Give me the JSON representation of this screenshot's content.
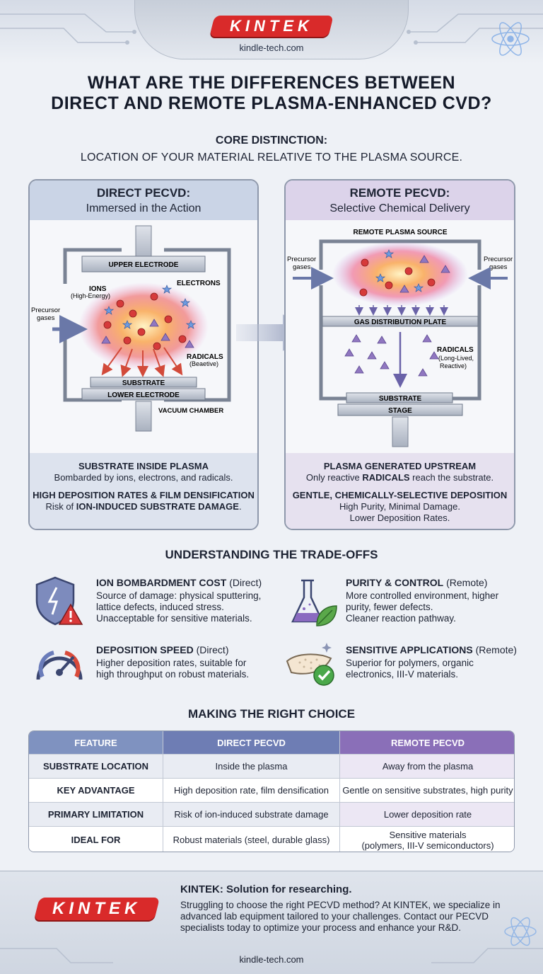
{
  "brand": {
    "logo_text": "KINTEK",
    "url": "kindle-tech.com"
  },
  "title_line1": "WHAT ARE THE DIFFERENCES BETWEEN",
  "title_line2": "DIRECT AND REMOTE PLASMA-ENHANCED CVD?",
  "core": {
    "heading": "CORE DISTINCTION:",
    "subtitle": "LOCATION OF YOUR MATERIAL RELATIVE TO THE PLASMA SOURCE."
  },
  "colors": {
    "direct": "#5c6fa3",
    "remote": "#7a5da8",
    "plasma": "#f6a05a",
    "accent_red": "#d92a2a"
  },
  "direct": {
    "title": "DIRECT PECVD:",
    "subtitle": "Immersed in the Action",
    "diagram": {
      "upper_electrode": "UPPER ELECTRODE",
      "ions": "IONS",
      "ions_note": "(High-Energy)",
      "electrons": "ELECTRONS",
      "precursor_1": "Precursor",
      "precursor_2": "gases",
      "radicals": "RADICALS",
      "radicals_note": "(Beaetive)",
      "substrate": "SUBSTRATE",
      "lower_electrode": "LOWER ELECTRODE",
      "chamber": "VACUUM CHAMBER"
    },
    "f1_title": "SUBSTRATE INSIDE PLASMA",
    "f1_text": "Bombarded by ions, electrons, and radicals.",
    "f2_title": "HIGH DEPOSITION RATES & FILM DENSIFICATION",
    "f2_text_a": "Risk of ",
    "f2_text_b": "ION-INDUCED SUBSTRATE DAMAGE",
    "f2_text_c": "."
  },
  "remote": {
    "title": "REMOTE PECVD:",
    "subtitle": "Selective Chemical Delivery",
    "diagram": {
      "source": "REMOTE PLASMA SOURCE",
      "precursor_1": "Precursor",
      "precursor_2": "gases",
      "plate": "GAS DISTRIBUTION PLATE",
      "radicals": "RADICALS",
      "radicals_note1": "(Long-Lived,",
      "radicals_note2": "Reactive)",
      "substrate": "SUBSTRATE",
      "stage": "STAGE"
    },
    "f1_title": "PLASMA GENERATED UPSTREAM",
    "f1_text_a": "Only reactive ",
    "f1_text_b": "RADICALS",
    "f1_text_c": " reach the substrate.",
    "f2_title": "GENTLE, CHEMICALLY-SELECTIVE DEPOSITION",
    "f2_text1": "High Purity, Minimal Damage.",
    "f2_text2": "Lower Deposition Rates."
  },
  "tradeoffs": {
    "heading": "UNDERSTANDING THE TRADE-OFFS",
    "items": [
      {
        "title": "ION BOMBARDMENT COST",
        "tag": " (Direct)",
        "lines": [
          "Source of damage: physical sputtering,",
          "lattice defects, induced stress.",
          "Unacceptable for sensitive materials."
        ],
        "icon": "shield-warning-icon"
      },
      {
        "title": "PURITY & CONTROL",
        "tag": " (Remote)",
        "lines": [
          "More controlled environment, higher",
          "purity, fewer defects.",
          "Cleaner reaction pathway."
        ],
        "icon": "flask-leaf-icon"
      },
      {
        "title": "DEPOSITION SPEED",
        "tag": " (Direct)",
        "lines": [
          "Higher deposition rates, suitable for",
          "high throughput on robust materials."
        ],
        "icon": "speedometer-icon"
      },
      {
        "title": "SENSITIVE APPLICATIONS",
        "tag": " (Remote)",
        "lines": [
          "Superior for polymers, organic",
          "electronics, III-V materials."
        ],
        "icon": "material-check-icon"
      }
    ]
  },
  "choice": {
    "heading": "MAKING THE RIGHT CHOICE",
    "headers": [
      "FEATURE",
      "DIRECT PECVD",
      "REMOTE PECVD"
    ],
    "rows": [
      {
        "feature": "SUBSTRATE LOCATION",
        "direct": "Inside the plasma",
        "remote": "Away from the plasma"
      },
      {
        "feature": "KEY ADVANTAGE",
        "direct": "High deposition rate, film densification",
        "remote": "Gentle on sensitive substrates, high purity"
      },
      {
        "feature": "PRIMARY LIMITATION",
        "direct": "Risk of ion-induced substrate damage",
        "remote": "Lower deposition rate"
      },
      {
        "feature": "IDEAL FOR",
        "direct": "Robust materials (steel, durable glass)",
        "remote": "Sensitive materials (polymers, III-V semiconductors)",
        "remote_line1": "Sensitive materials",
        "remote_line2": "(polymers, III-V semiconductors)"
      }
    ]
  },
  "footer": {
    "heading": "KINTEK: Solution for researching.",
    "body": "Struggling to choose the right PECVD method? At KINTEK, we specialize in advanced lab equipment tailored to your challenges. Contact our PECVD specialists today to optimize your process and enhance your R&D."
  }
}
